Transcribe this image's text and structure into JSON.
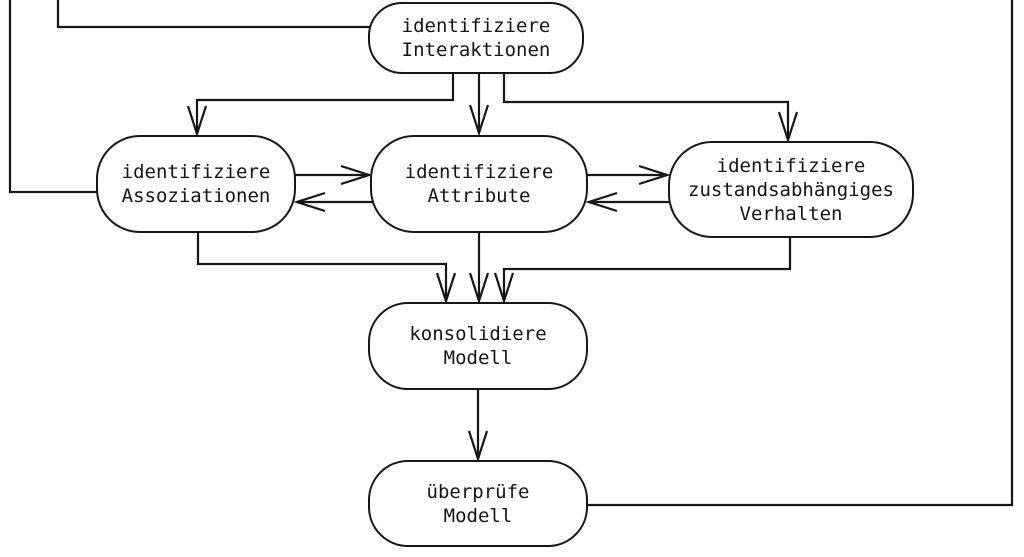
{
  "canvas": {
    "background": "#ffffff",
    "line_color": "#161616",
    "text_color": "#141414"
  },
  "nodes": {
    "interaktionen": {
      "lines": [
        "identifiziere",
        "Interaktionen"
      ]
    },
    "assoziationen": {
      "lines": [
        "identifiziere",
        "Assoziationen"
      ]
    },
    "attribute": {
      "lines": [
        "identifiziere",
        "Attribute"
      ]
    },
    "verhalten": {
      "lines": [
        "identifiziere",
        "zustandsabhängiges",
        "Verhalten"
      ]
    },
    "konsolidiere": {
      "lines": [
        "konsolidiere",
        "Modell"
      ]
    },
    "ueberpruefe": {
      "lines": [
        "überprüfe",
        "Modell"
      ]
    }
  },
  "edges": [
    {
      "from": "offscreen-top",
      "to": "identifiziere Assoziationen",
      "arrowhead": false
    },
    {
      "from": "offscreen-top",
      "to": "identifiziere Interaktionen",
      "arrowhead": false
    },
    {
      "from": "identifiziere Interaktionen",
      "to": "identifiziere Assoziationen",
      "arrowhead": true
    },
    {
      "from": "identifiziere Interaktionen",
      "to": "identifiziere Attribute",
      "arrowhead": true
    },
    {
      "from": "identifiziere Interaktionen",
      "to": "identifiziere zustandsabhängiges Verhalten",
      "arrowhead": true
    },
    {
      "from": "identifiziere Assoziationen",
      "to": "identifiziere Attribute",
      "arrowhead": true
    },
    {
      "from": "identifiziere Attribute",
      "to": "identifiziere Assoziationen",
      "arrowhead": true
    },
    {
      "from": "identifiziere Attribute",
      "to": "identifiziere zustandsabhängiges Verhalten",
      "arrowhead": true
    },
    {
      "from": "identifiziere zustandsabhängiges Verhalten",
      "to": "identifiziere Attribute",
      "arrowhead": true
    },
    {
      "from": "identifiziere Assoziationen",
      "to": "konsolidiere Modell",
      "arrowhead": true
    },
    {
      "from": "identifiziere Attribute",
      "to": "konsolidiere Modell",
      "arrowhead": true
    },
    {
      "from": "identifiziere zustandsabhängiges Verhalten",
      "to": "konsolidiere Modell",
      "arrowhead": true
    },
    {
      "from": "konsolidiere Modell",
      "to": "überprüfe Modell",
      "arrowhead": true
    },
    {
      "from": "überprüfe Modell",
      "to": "offscreen-top",
      "arrowhead": false
    }
  ]
}
